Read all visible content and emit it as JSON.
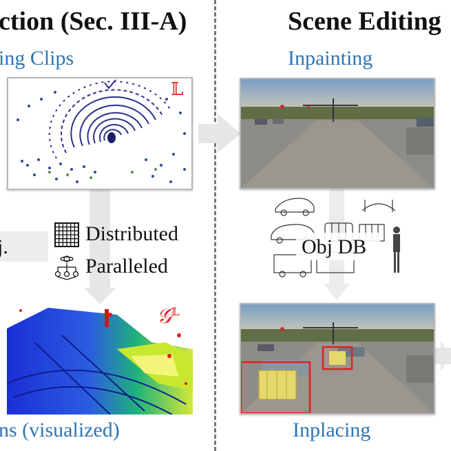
{
  "left_section": {
    "heading": "ction (Sec. III-A)",
    "caption_top": "ing Clips",
    "caption_bottom": "ns (visualized)",
    "lidar_label": "𝕃",
    "global_map_label": "𝒢",
    "global_map_sup": "𝕃",
    "cropped_text": "j.",
    "features": [
      "Distributed",
      "Paralleled"
    ]
  },
  "right_section": {
    "heading": "Scene Editing",
    "caption_top": "Inpainting",
    "caption_bottom": "Inplacing",
    "db_label": "Obj DB"
  },
  "colors": {
    "caption_blue": "#2e74b5",
    "highlight_red": "#e0201c",
    "arrow_gray": "#e6e6e6"
  },
  "icons": [
    "grid-icon",
    "parallel-nodes-icon",
    "arrow-right-icon",
    "arrow-down-icon"
  ]
}
